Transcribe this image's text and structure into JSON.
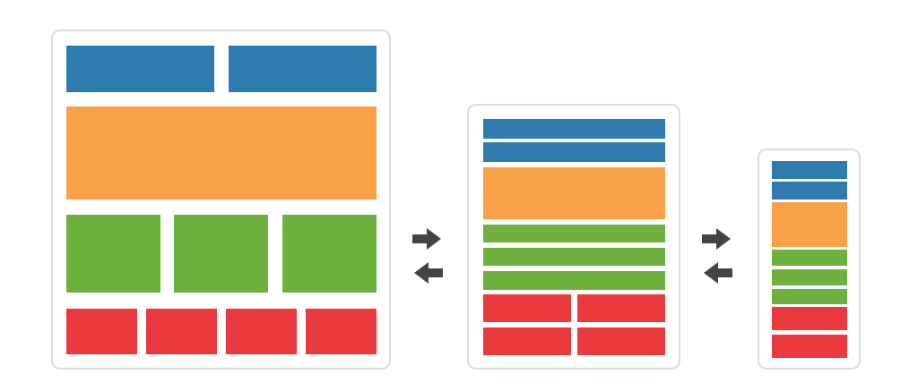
{
  "colors": {
    "header": "#2e7bb0",
    "hero": "#f8a147",
    "content": "#6eb13f",
    "footer": "#ea3a3d",
    "frame_border": "#dcdcdc",
    "arrow": "#444444"
  },
  "layouts": [
    {
      "device": "desktop"
    },
    {
      "device": "tablet"
    },
    {
      "device": "mobile"
    }
  ],
  "arrows": [
    {
      "icon": "arrow-right-icon"
    },
    {
      "icon": "arrow-left-icon"
    },
    {
      "icon": "arrow-right-icon"
    },
    {
      "icon": "arrow-left-icon"
    }
  ]
}
